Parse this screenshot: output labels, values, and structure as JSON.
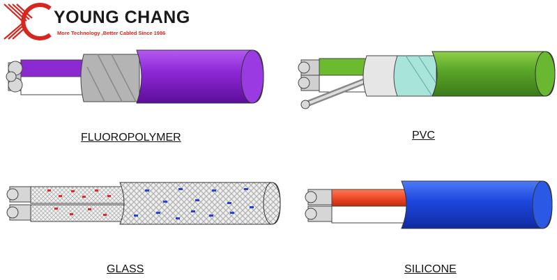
{
  "header": {
    "brand_name": "YOUNG CHANG",
    "tagline": "More Technology ,Better Cabled Since 1986",
    "logo_icon": "yc-monogram-icon",
    "brand_color": "#d7261e"
  },
  "cables": [
    {
      "label": "FLUOROPOLYMER",
      "jacket_color": "#8a1fd0"
    },
    {
      "label": "PVC",
      "jacket_color": "#5aa428"
    },
    {
      "label": "GLASS",
      "jacket_color": "#e6e6e6"
    },
    {
      "label": "SILICONE",
      "jacket_color": "#1f44d6"
    }
  ]
}
